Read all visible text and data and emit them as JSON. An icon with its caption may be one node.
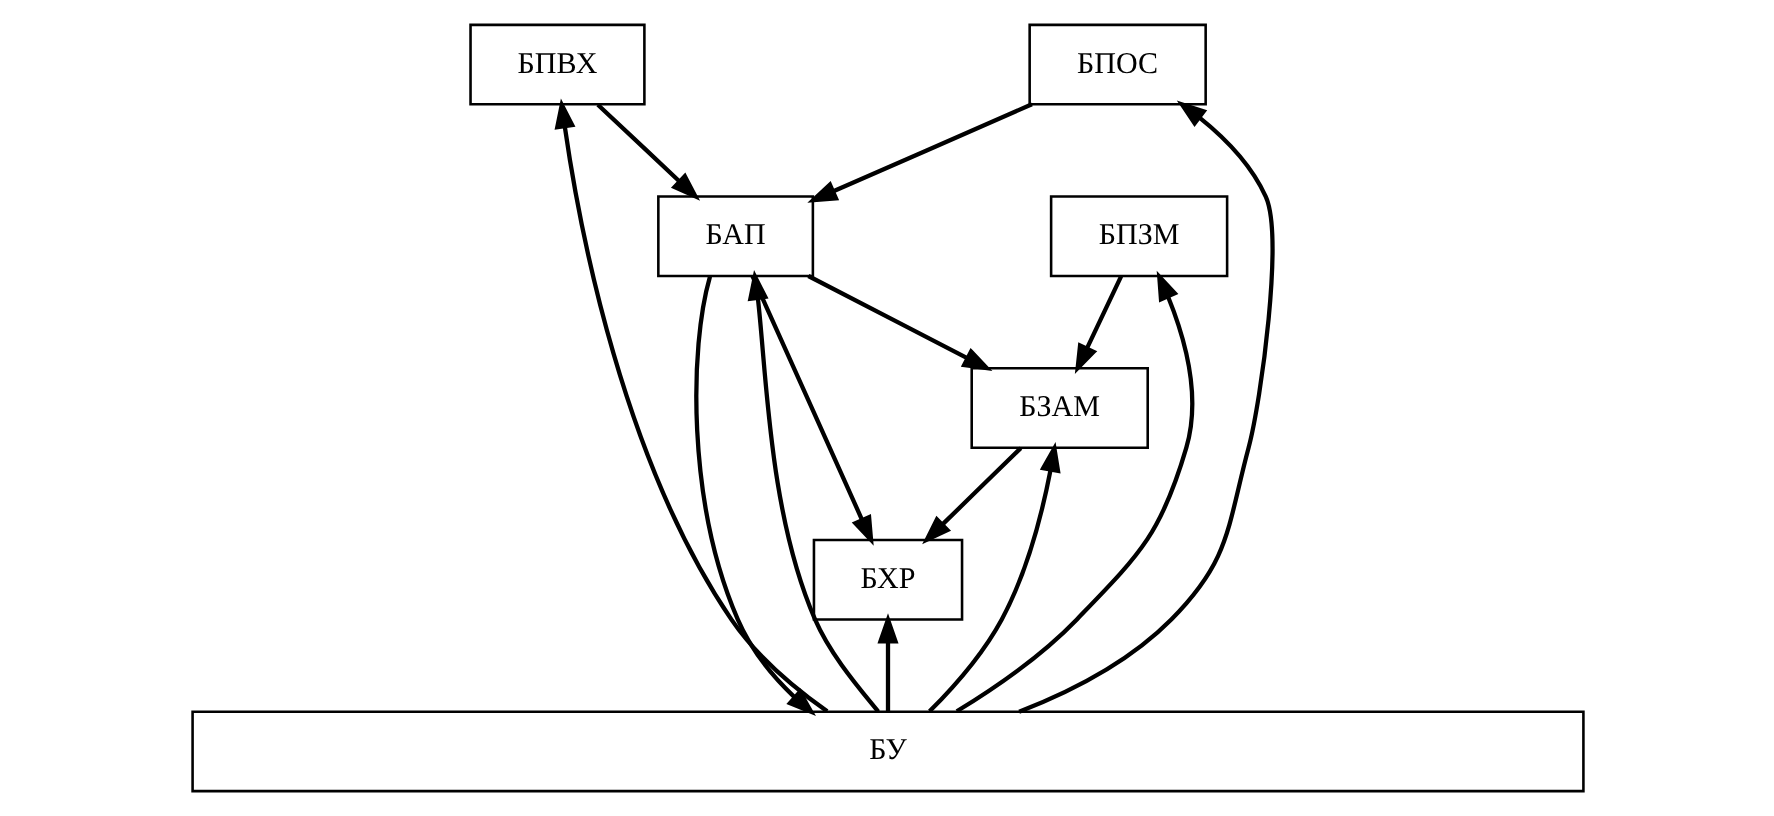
{
  "diagram": {
    "nodes": [
      {
        "text": [
          "БПВХ"
        ]
      },
      {
        "text": [
          "БАП"
        ]
      },
      {
        "text": [
          "БПЗМ"
        ]
      },
      {
        "text": [
          "БПОС"
        ]
      },
      {
        "text": [
          "БЗАМ"
        ]
      },
      {
        "text": [
          "БХР"
        ]
      },
      {
        "text": [
          "БУ"
        ]
      }
    ],
    "edges": [
      {
        "from": 0,
        "to": 1,
        "arrow": "to"
      },
      {
        "from": 3,
        "to": 1,
        "arrow": "to"
      },
      {
        "from": 1,
        "to": 5,
        "arrow": "to"
      },
      {
        "from": 1,
        "to": 4,
        "arrow": "to"
      },
      {
        "from": 2,
        "to": 4,
        "arrow": "to"
      },
      {
        "from": 4,
        "to": 5,
        "arrow": "to"
      },
      {
        "from": 6,
        "to": 0,
        "arrow": "to"
      },
      {
        "from": 6,
        "to": 3,
        "arrow": "to"
      },
      {
        "from": 1,
        "to": 6,
        "arrow": "to"
      },
      {
        "from": 6,
        "to": 1,
        "arrow": "to"
      },
      {
        "from": 6,
        "to": 4,
        "arrow": "to"
      },
      {
        "from": 6,
        "to": 2,
        "arrow": "to"
      },
      {
        "from": 6,
        "to": 5,
        "arrow": "to"
      }
    ]
  }
}
